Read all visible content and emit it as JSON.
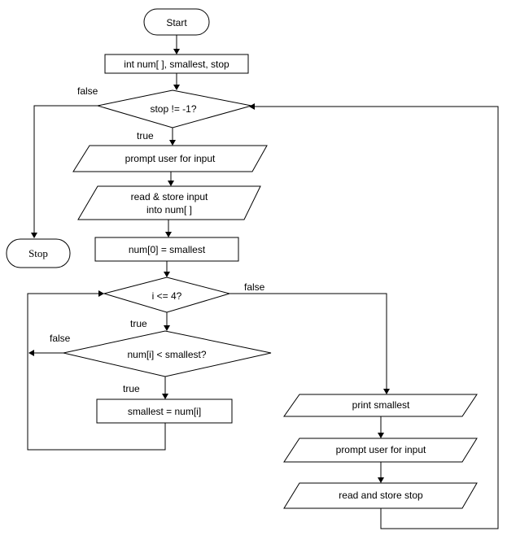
{
  "nodes": {
    "start": "Start",
    "declare": "int num[ ], smallest, stop",
    "outer_check": "stop != -1?",
    "prompt_input_1": "prompt user for input",
    "read_store_line1": "read & store input",
    "read_store_line2": "into num[ ]",
    "init_smallest": "num[0] = smallest",
    "inner_check": "i <= 4?",
    "compare_check": "num[i] < smallest?",
    "assign_smallest": "smallest = num[i]",
    "print_smallest": "print smallest",
    "prompt_input_2": "prompt user for input",
    "read_stop": "read and store stop",
    "stop": "Stop"
  },
  "edges": {
    "outer_false": "false",
    "outer_true": "true",
    "inner_false": "false",
    "inner_true": "true",
    "compare_false": "false",
    "compare_true": "true"
  }
}
